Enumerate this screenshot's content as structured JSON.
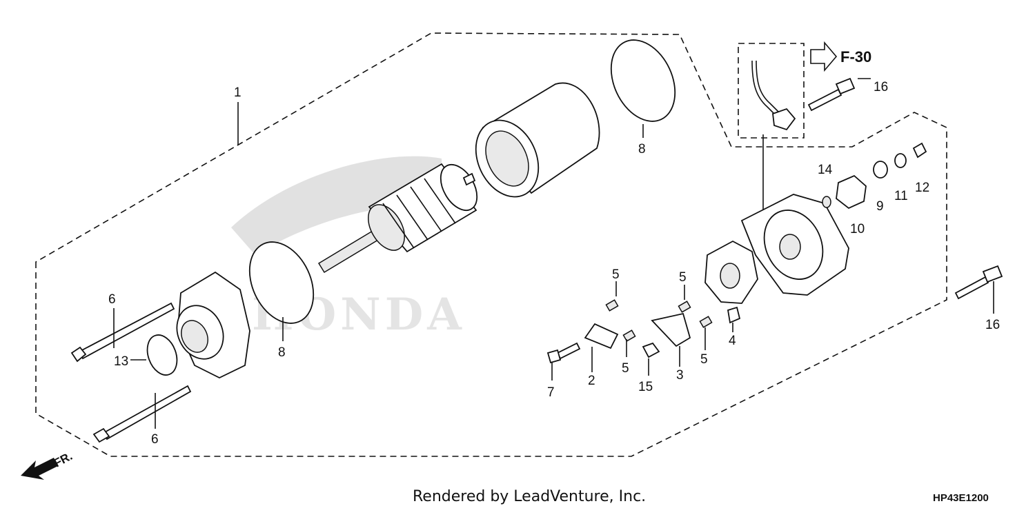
{
  "diagram": {
    "ref_label": "F-30",
    "direction_label": "FR.",
    "watermark": "HONDA",
    "callouts": [
      "1",
      "2",
      "3",
      "4",
      "5",
      "5",
      "5",
      "5",
      "6",
      "6",
      "7",
      "8",
      "8",
      "9",
      "10",
      "11",
      "12",
      "13",
      "14",
      "15",
      "16",
      "16"
    ]
  },
  "footer": {
    "credit": "Rendered by LeadVenture, Inc.",
    "code": "HP43E1200"
  }
}
